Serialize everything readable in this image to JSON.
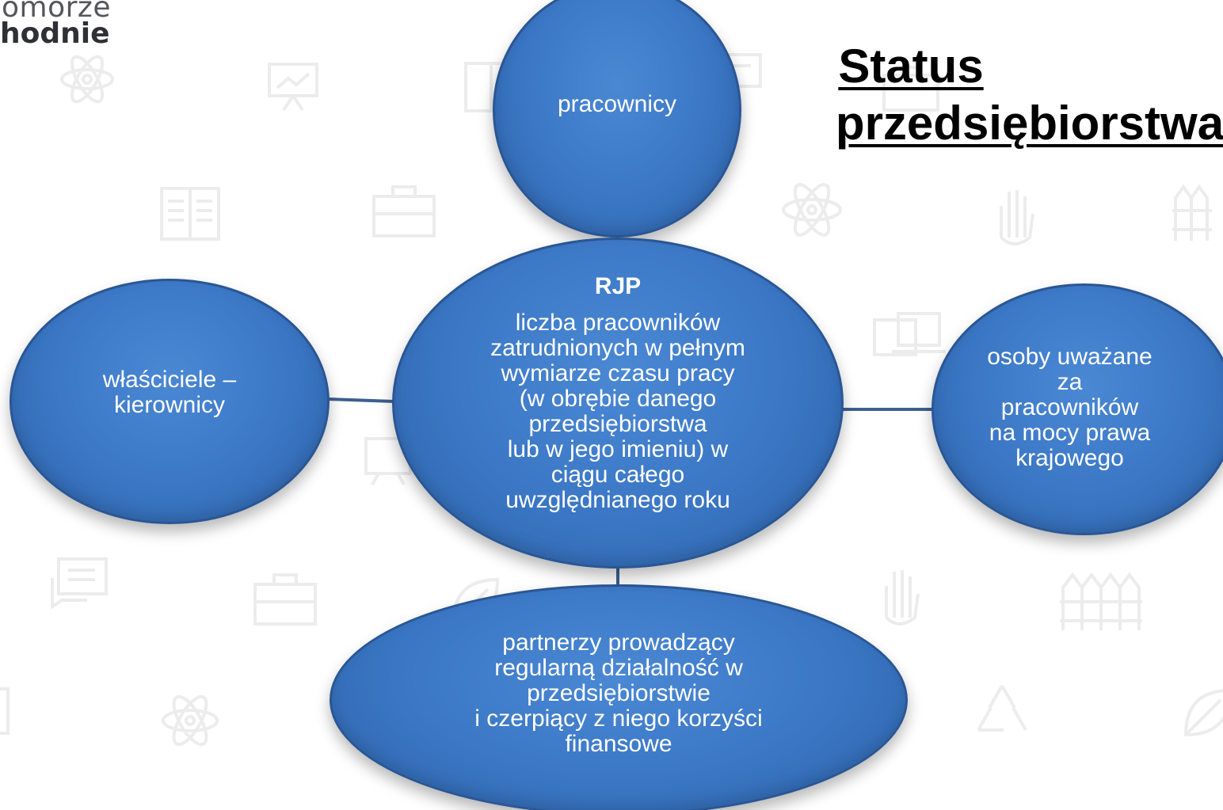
{
  "logo": {
    "line1": "omorze",
    "line2": "hodnie"
  },
  "title": {
    "line1": "Status",
    "line2": "przedsiębiorstwa"
  },
  "nodes": {
    "center_heading": "RJP",
    "center_text": "liczba pracowników\nzatrudnionych w pełnym\nwymiarze czasu pracy\n(w obrębie danego\nprzedsiębiorstwa\nlub w jego imieniu) w\nciągu całego\nuwzględnianego roku",
    "top": "pracownicy",
    "left": "właściciele –\nkierownicy",
    "right": "osoby uważane\nza\npracowników\nna mocy prawa\nkrajowego",
    "bottom": "partnerzy prowadzący\nregularną działalność w\nprzedsiębiorstwie\ni czerpiący z niego korzyści\nfinansowe"
  },
  "colors": {
    "node_fill": "#3a76c4",
    "node_border": "#2a5694",
    "connector": "#3d5f8f",
    "background_icons": "#efefef"
  }
}
